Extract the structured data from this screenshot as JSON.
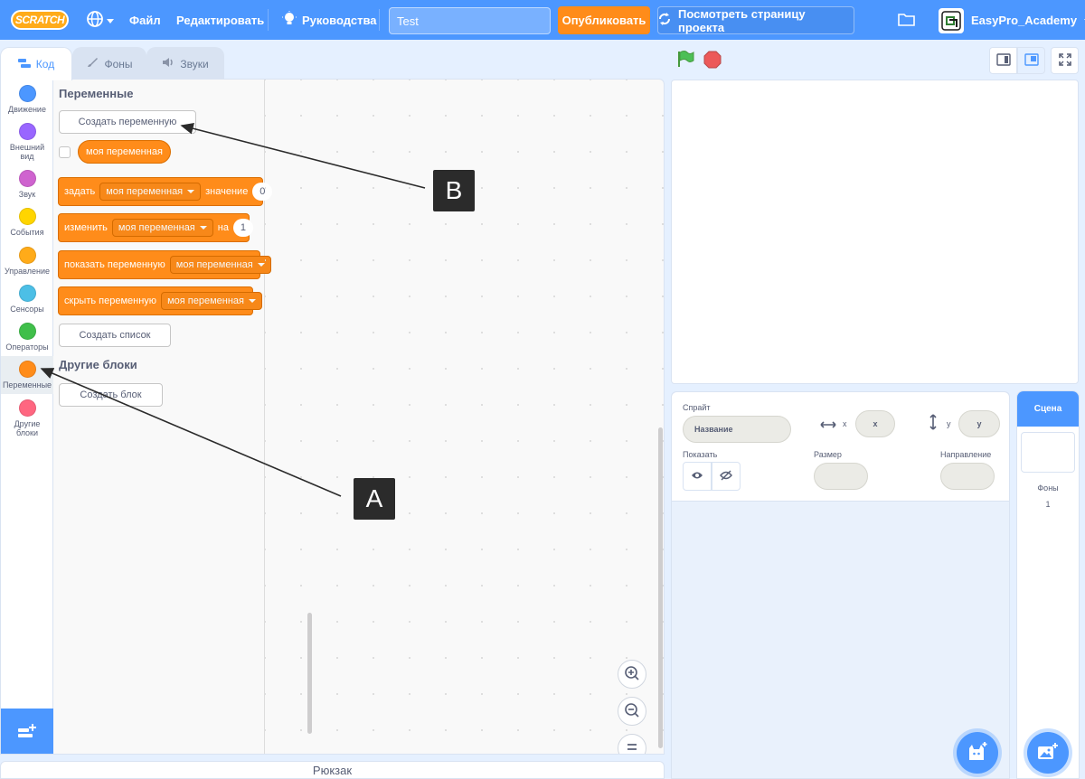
{
  "menubar": {
    "logo": "SCRATCH",
    "file": "Файл",
    "edit": "Редактировать",
    "tutorials": "Руководства",
    "project_title": "Test",
    "publish": "Опубликовать",
    "see_project_page": "Посмотреть страницу проекта",
    "username": "EasyPro_Academy"
  },
  "tabs": {
    "code": "Код",
    "costumes": "Фоны",
    "sounds": "Звуки"
  },
  "categories": [
    {
      "label": "Движение",
      "color": "#4c97ff"
    },
    {
      "label": "Внешний вид",
      "color": "#9966ff"
    },
    {
      "label": "Звук",
      "color": "#cf63cf"
    },
    {
      "label": "События",
      "color": "#ffd500"
    },
    {
      "label": "Управление",
      "color": "#ffab19"
    },
    {
      "label": "Сенсоры",
      "color": "#4cbfe6"
    },
    {
      "label": "Операторы",
      "color": "#40bf4a"
    },
    {
      "label": "Переменные",
      "color": "#ff8c1a"
    },
    {
      "label": "Другие блоки",
      "color": "#ff6680"
    }
  ],
  "flyout": {
    "variables_title": "Переменные",
    "make_variable": "Создать переменную",
    "my_variable": "моя переменная",
    "set_block": {
      "prefix": "задать",
      "var": "моя переменная",
      "mid": "значение",
      "value": "0"
    },
    "change_block": {
      "prefix": "изменить",
      "var": "моя переменная",
      "mid": "на",
      "value": "1"
    },
    "show_block": {
      "prefix": "показать переменную",
      "var": "моя переменная"
    },
    "hide_block": {
      "prefix": "скрыть переменную",
      "var": "моя переменная"
    },
    "make_list": "Создать список",
    "more_blocks_title": "Другие блоки",
    "make_block": "Создать блок"
  },
  "backpack": "Рюкзак",
  "sprite_info": {
    "sprite_label": "Спрайт",
    "name_placeholder": "Название",
    "x_label": "x",
    "x_placeholder": "x",
    "y_label": "y",
    "y_placeholder": "y",
    "show_label": "Показать",
    "size_label": "Размер",
    "direction_label": "Направление"
  },
  "stage_selector": {
    "title": "Сцена",
    "backdrops_label": "Фоны",
    "backdrops_count": "1"
  },
  "annotations": {
    "a": "A",
    "b": "B"
  },
  "colors": {
    "menubar": "#4c97ff",
    "accent_orange": "#ff8c1a",
    "variables": "#ff8c1a"
  }
}
